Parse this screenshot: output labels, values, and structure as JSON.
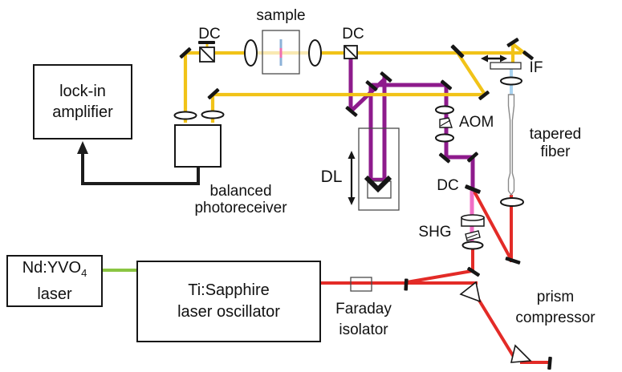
{
  "boxes": {
    "lock_in_amplifier": {
      "line1": "lock-in",
      "line2": "amplifier"
    },
    "nd_yvo4_laser": {
      "name": "Nd:YVO",
      "subscript": "4",
      "line2": "laser"
    },
    "ti_sapphire_oscillator": {
      "line1": "Ti:Sapphire",
      "line2": "laser oscillator"
    }
  },
  "labels": {
    "sample": "sample",
    "dc_probe_splitter": "DC",
    "dc_pump_combiner": "DC",
    "dc_shg_separator": "DC",
    "interference_filter": "IF",
    "aom": "AOM",
    "tapered_fiber_line1": "tapered",
    "tapered_fiber_line2": "fiber",
    "delay_line": "DL",
    "shg": "SHG",
    "balanced_photoreceiver_line1": "balanced",
    "balanced_photoreceiver_line2": "photoreceiver",
    "faraday_isolator_line1": "Faraday",
    "faraday_isolator_line2": "isolator",
    "prism_compressor_line1": "prism",
    "prism_compressor_line2": "compressor"
  },
  "colors": {
    "probe_yellow": "#f1c318",
    "probe_yellow_pale": "#f9e9b2",
    "pump_purple": "#8e1b8c",
    "fundamental_red": "#e32b27",
    "shg_pink": "#f06ec6",
    "fiber_output_blue": "#a9d3f0",
    "pump_laser_green": "#8ac542",
    "signal_black": "#1c1c1c"
  }
}
